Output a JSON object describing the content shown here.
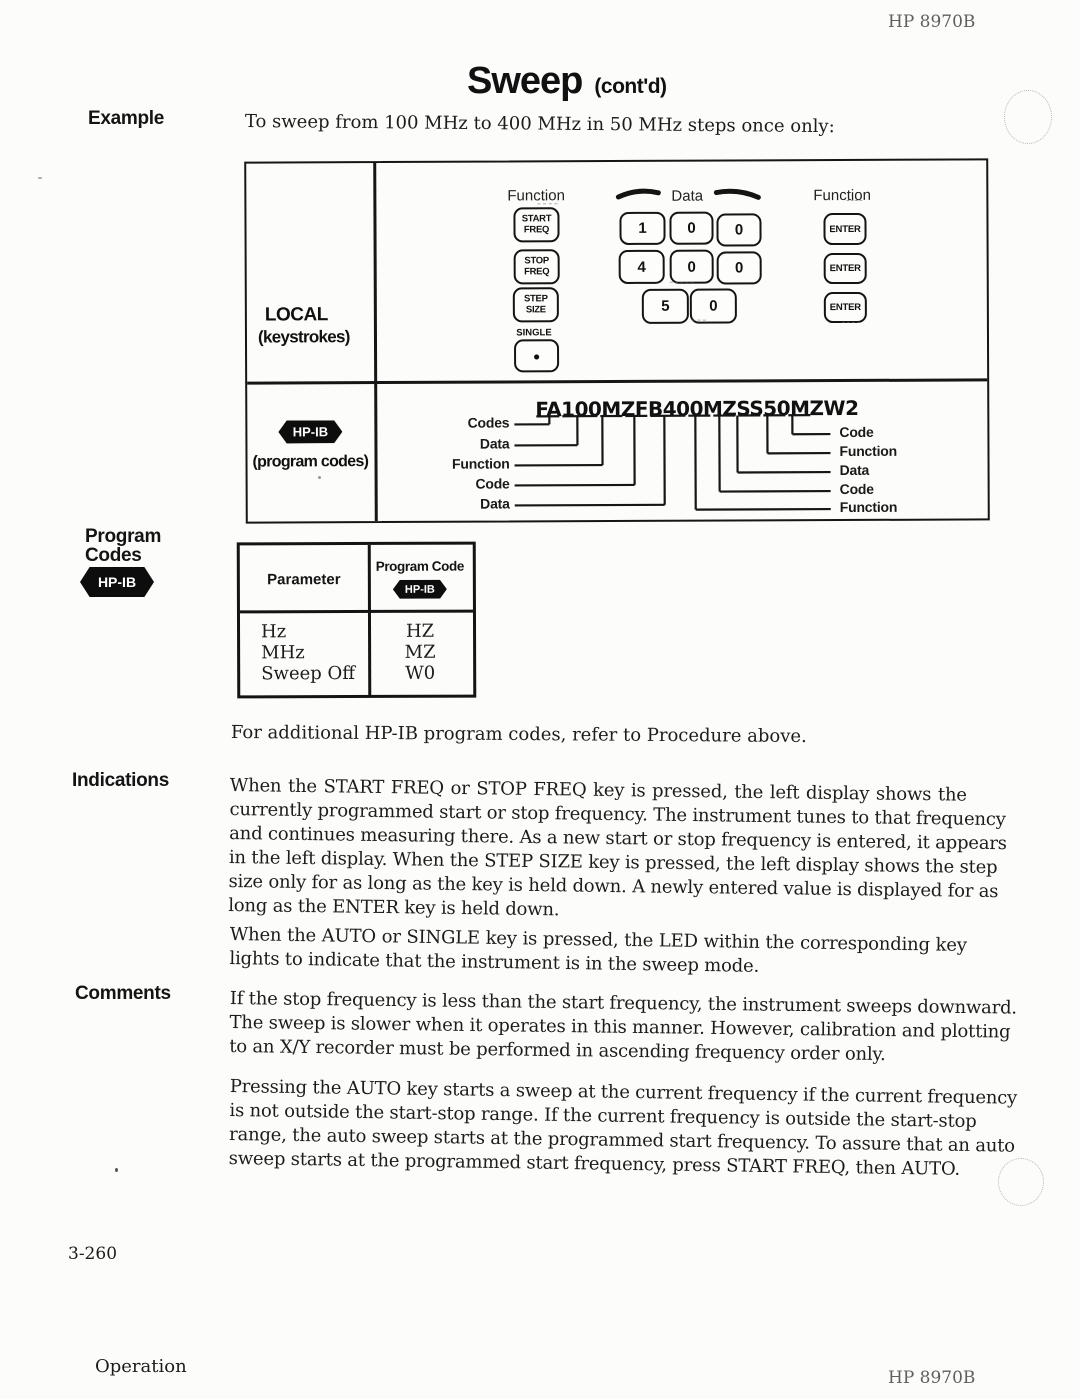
{
  "page": {
    "header_right": "HP 8970B",
    "page_number": "3-260",
    "footer_left": "Operation",
    "footer_right": "HP 8970B"
  },
  "title": {
    "main": "Sweep",
    "suffix": "(cont'd)"
  },
  "example": {
    "label": "Example",
    "text": "To sweep from 100 MHz to 400 MHz in 50 MHz steps once only:"
  },
  "keystrokes": {
    "row_label": "LOCAL",
    "row_sublabel": "(keystrokes)",
    "col_left": "Function",
    "col_mid": "Data",
    "col_right": "Function",
    "key_start": [
      "START",
      "FREQ"
    ],
    "key_stop": [
      "STOP",
      "FREQ"
    ],
    "key_step": [
      "STEP",
      "SIZE"
    ],
    "single_label": "SINGLE",
    "single_dot": "●",
    "digits": [
      [
        "1",
        "0",
        "0"
      ],
      [
        "4",
        "0",
        "0"
      ],
      [
        "5",
        "0"
      ]
    ],
    "enter_label": "ENTER"
  },
  "hpib": {
    "badge": "HP-IB",
    "row_sublabel": "(program codes)",
    "code_string": "FA100MZFB400MZSS50MZW2",
    "left_labels": [
      "Codes",
      "Data",
      "Function",
      "Code",
      "Data"
    ],
    "right_labels": [
      "Code",
      "Function",
      "Data",
      "Code",
      "Function"
    ]
  },
  "program_codes": {
    "sidebar_line1": "Program",
    "sidebar_line2": "Codes",
    "badge": "HP-IB",
    "table": {
      "col_parameter": "Parameter",
      "col_code": "Program Code",
      "badge": "HP-IB",
      "parameters": [
        "Hz",
        "MHz",
        "Sweep Off"
      ],
      "codes": [
        "HZ",
        "MZ",
        "W0"
      ]
    },
    "note": "For additional HP-IB program codes, refer to Procedure above."
  },
  "indications": {
    "label": "Indications",
    "para1": [
      "When the START FREQ or STOP FREQ key is pressed, the left display shows the",
      "currently programmed start or stop frequency. The instrument tunes to that frequency",
      "and continues measuring there. As a new start or stop frequency is entered, it appears",
      "in the left display. When the STEP SIZE key is pressed, the left display shows the step",
      "size only for as long as the key is held down. A newly entered value is displayed for as",
      "long as the ENTER key is held down."
    ],
    "para2": [
      "When the AUTO or SINGLE key is pressed, the LED within the corresponding key",
      "lights to indicate that the instrument is in the sweep mode."
    ]
  },
  "comments": {
    "label": "Comments",
    "para1": [
      "If the stop frequency is less than the start frequency, the instrument sweeps downward.",
      "The sweep is slower when it operates in this manner. However, calibration and plotting",
      "to an X/Y recorder must be performed in ascending frequency order only."
    ],
    "para2": [
      "Pressing the AUTO key starts a sweep at the current frequency if the current frequency",
      "is not outside the start-stop range. If the current frequency is outside the start-stop",
      "range, the auto sweep starts at the programmed start frequency. To assure that an auto",
      "sweep starts at the programmed start frequency, press START FREQ, then AUTO."
    ]
  }
}
